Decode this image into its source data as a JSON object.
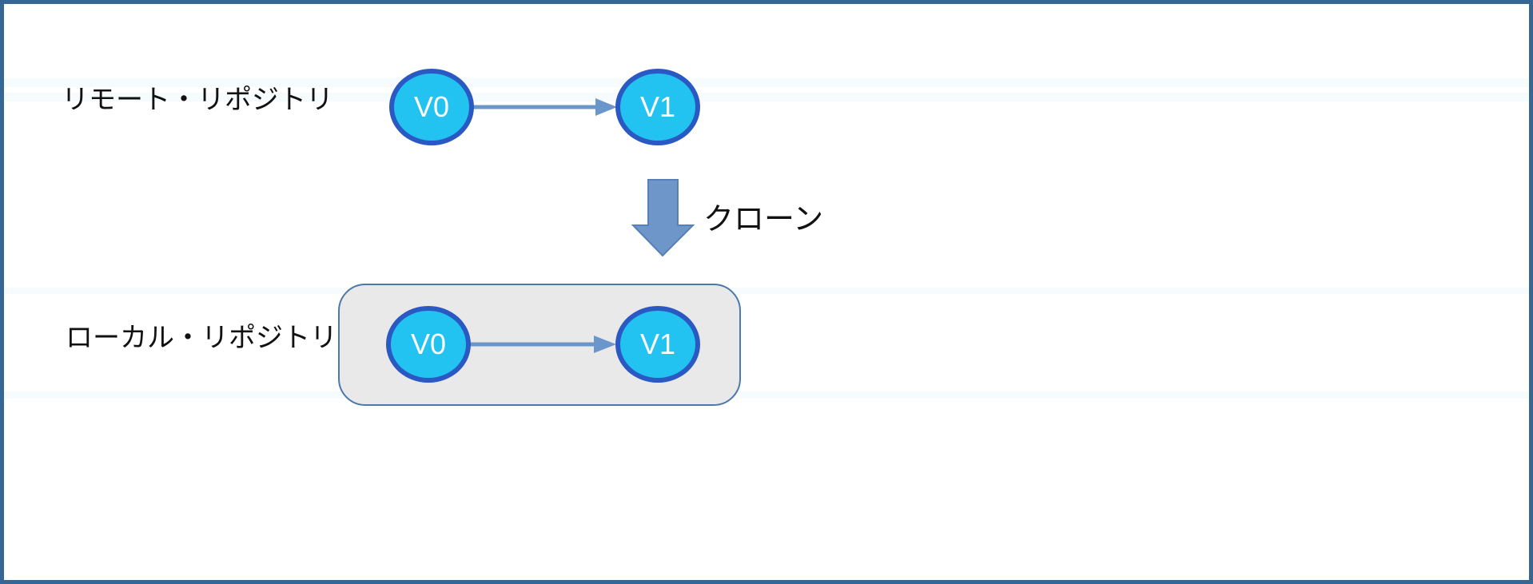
{
  "page": {
    "background": "#ffffff",
    "border_color": "#366693"
  },
  "diagram": {
    "remote": {
      "label": "リモート・リポジトリ",
      "nodes": [
        {
          "label": "V0"
        },
        {
          "label": "V1"
        }
      ]
    },
    "clone_arrow": {
      "label": "クローン",
      "direction": "down"
    },
    "local": {
      "label": "ローカル・リポジトリ",
      "nodes": [
        {
          "label": "V0"
        },
        {
          "label": "V1"
        }
      ]
    },
    "colors": {
      "page_bg": "#ffffff",
      "page_border": "#366693",
      "label_text": "#111111",
      "node_fill": "#22c3f0",
      "node_border": "#2b59c4",
      "node_text": "#ffffff",
      "connector": "#6b96cb",
      "block_arrow_fill": "#6e96c8",
      "block_arrow_border": "#5680b6",
      "container_fill": "#e9e9e9",
      "container_border": "#4b79ac"
    }
  }
}
